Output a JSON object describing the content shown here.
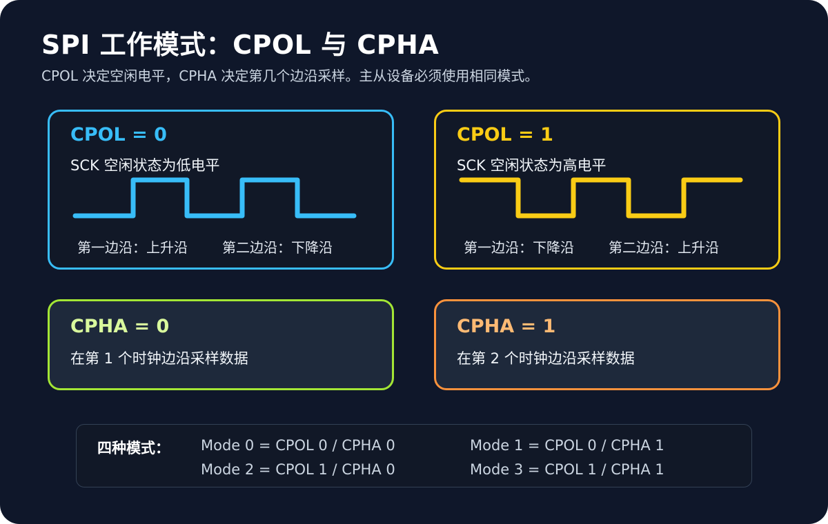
{
  "title": "SPI 工作模式：CPOL 与 CPHA",
  "subtitle": "CPOL 决定空闲电平，CPHA 决定第几个边沿采样。主从设备必须使用相同模式。",
  "colors": {
    "background": "#0f172a",
    "cpol0": "#38bdf8",
    "cpol1": "#facc15",
    "cpha0": "#a3e635",
    "cpha1": "#fb923c"
  },
  "cpol0": {
    "title": "CPOL = 0",
    "desc": "SCK 空闲状态为低电平",
    "edge1": "第一边沿：上升沿",
    "edge2": "第二边沿：下降沿"
  },
  "cpol1": {
    "title": "CPOL = 1",
    "desc": "SCK 空闲状态为高电平",
    "edge1": "第一边沿：下降沿",
    "edge2": "第二边沿：上升沿"
  },
  "cpha0": {
    "title": "CPHA = 0",
    "desc": "在第 1 个时钟边沿采样数据"
  },
  "cpha1": {
    "title": "CPHA = 1",
    "desc": "在第 2 个时钟边沿采样数据"
  },
  "summary": {
    "label": "四种模式：",
    "modes": [
      "Mode 0 = CPOL 0 / CPHA 0",
      "Mode 1 = CPOL 0 / CPHA 1",
      "Mode 2 = CPOL 1 / CPHA 0",
      "Mode 3 = CPOL 1 / CPHA 1"
    ]
  }
}
